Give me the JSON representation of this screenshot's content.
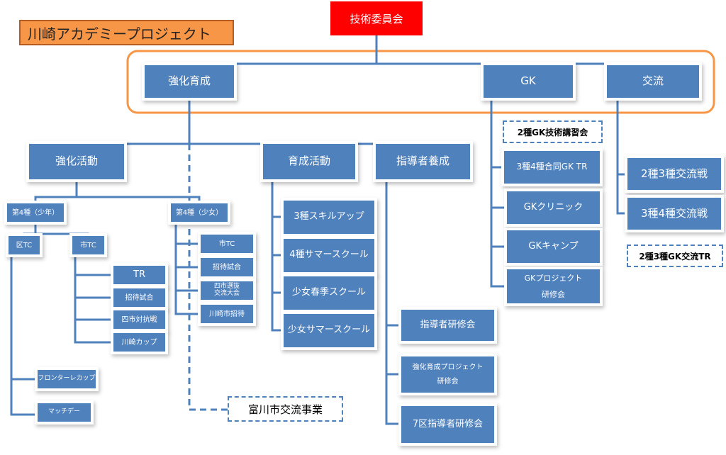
{
  "title": "川崎アカデミープロジェクト",
  "root": "技術委員会",
  "level1": {
    "kyoka": "強化育成",
    "gk": "GK",
    "koryu": "交流"
  },
  "kyoka_katsudo": {
    "label": "強化活動",
    "boys": {
      "label": "第4種（少年）",
      "ku_tc": "区TC",
      "shi_tc": "市TC",
      "shi_items": [
        "TR",
        "招待試合",
        "四市対抗戦",
        "川崎カップ"
      ],
      "ku_items": [
        "フロンターレカップ",
        "マッチデー"
      ]
    },
    "girls": {
      "label": "第4種（少女）",
      "items": [
        "市TC",
        "招待試合",
        "四市選抜\n交流大会",
        "川崎市招待"
      ]
    },
    "exchange": "富川市交流事業"
  },
  "ikusei": {
    "label": "育成活動",
    "items": [
      "3種スキルアップ",
      "4種サマースクール",
      "少女春季スクール",
      "少女サマースクール"
    ]
  },
  "shido": {
    "label": "指導者養成",
    "items": [
      "指導者研修会",
      "強化育成プロジェクト\n研修会",
      "7区指導者研修会"
    ]
  },
  "gk": {
    "dashed": "2種GK技術講習会",
    "items": [
      "3種4種合同GK TR",
      "GKクリニック",
      "GKキャンプ",
      "GKプロジェクト\n研修会"
    ]
  },
  "koryu": {
    "items": [
      "2種3種交流戦",
      "3種4種交流戦"
    ],
    "dashed": "2種3種GK交流TR"
  },
  "colors": {
    "box": "#4f81bd",
    "root": "#ff0000",
    "accent": "#f79646"
  }
}
